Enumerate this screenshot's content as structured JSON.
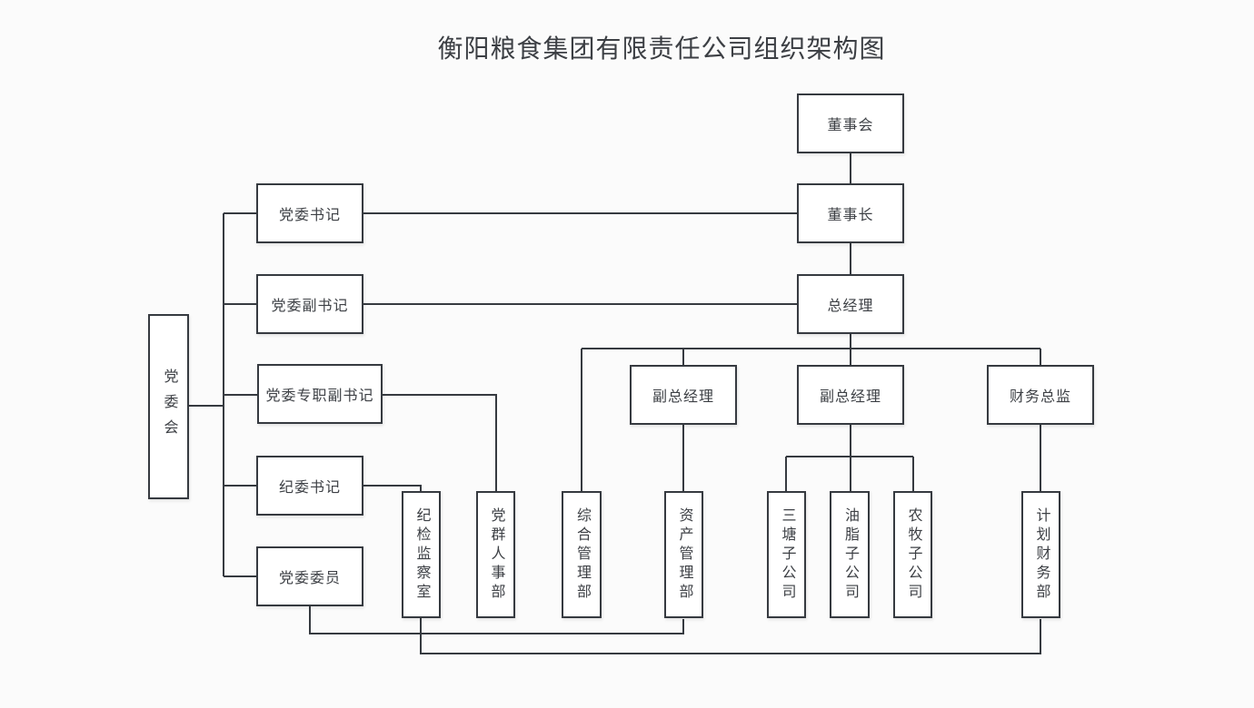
{
  "title": "衡阳粮食集团有限责任公司组织架构图",
  "colors": {
    "background": "#fbfbfb",
    "box_fill": "#ffffff",
    "box_border": "#363a40",
    "line": "#363a40",
    "text": "#3d4045"
  },
  "nodes": {
    "board": {
      "label": "董事会"
    },
    "chairman": {
      "label": "董事长"
    },
    "general_manager": {
      "label": "总经理"
    },
    "party_committee": {
      "label": "党委会"
    },
    "party_secretary": {
      "label": "党委书记"
    },
    "party_deputy_secretary": {
      "label": "党委副书记"
    },
    "party_fulltime_deputy_secretary": {
      "label": "党委专职副书记"
    },
    "discipline_secretary": {
      "label": "纪委书记"
    },
    "party_committee_member": {
      "label": "党委委员"
    },
    "deputy_general_manager_1": {
      "label": "副总经理"
    },
    "deputy_general_manager_2": {
      "label": "副总经理"
    },
    "finance_director": {
      "label": "财务总监"
    },
    "discipline_inspection_office": {
      "label": "纪检监察室"
    },
    "party_mass_hr_dept": {
      "label": "党群人事部"
    },
    "general_admin_dept": {
      "label": "综合管理部"
    },
    "asset_management_dept": {
      "label": "资产管理部"
    },
    "santang_subsidiary": {
      "label": "三塘子公司"
    },
    "oil_fat_subsidiary": {
      "label": "油脂子公司"
    },
    "agri_husbandry_subsidiary": {
      "label": "农牧子公司"
    },
    "planning_finance_dept": {
      "label": "计划财务部"
    }
  },
  "edges": [
    {
      "from": "board",
      "to": "chairman"
    },
    {
      "from": "chairman",
      "to": "general_manager"
    },
    {
      "from": "party_secretary",
      "to": "chairman"
    },
    {
      "from": "party_deputy_secretary",
      "to": "general_manager"
    },
    {
      "from": "party_committee",
      "to": "party_secretary"
    },
    {
      "from": "party_committee",
      "to": "party_deputy_secretary"
    },
    {
      "from": "party_committee",
      "to": "party_fulltime_deputy_secretary"
    },
    {
      "from": "party_committee",
      "to": "discipline_secretary"
    },
    {
      "from": "party_committee",
      "to": "party_committee_member"
    },
    {
      "from": "general_manager",
      "to": "deputy_general_manager_1"
    },
    {
      "from": "general_manager",
      "to": "deputy_general_manager_2"
    },
    {
      "from": "general_manager",
      "to": "finance_director"
    },
    {
      "from": "general_manager",
      "to": "general_admin_dept"
    },
    {
      "from": "deputy_general_manager_1",
      "to": "asset_management_dept"
    },
    {
      "from": "deputy_general_manager_2",
      "to": "santang_subsidiary"
    },
    {
      "from": "deputy_general_manager_2",
      "to": "oil_fat_subsidiary"
    },
    {
      "from": "deputy_general_manager_2",
      "to": "agri_husbandry_subsidiary"
    },
    {
      "from": "finance_director",
      "to": "planning_finance_dept"
    },
    {
      "from": "party_fulltime_deputy_secretary",
      "to": "party_mass_hr_dept"
    },
    {
      "from": "discipline_secretary",
      "to": "discipline_inspection_office"
    },
    {
      "from": "party_committee_member",
      "to": "asset_management_dept"
    },
    {
      "from": "discipline_inspection_office",
      "to": "planning_finance_dept"
    }
  ]
}
